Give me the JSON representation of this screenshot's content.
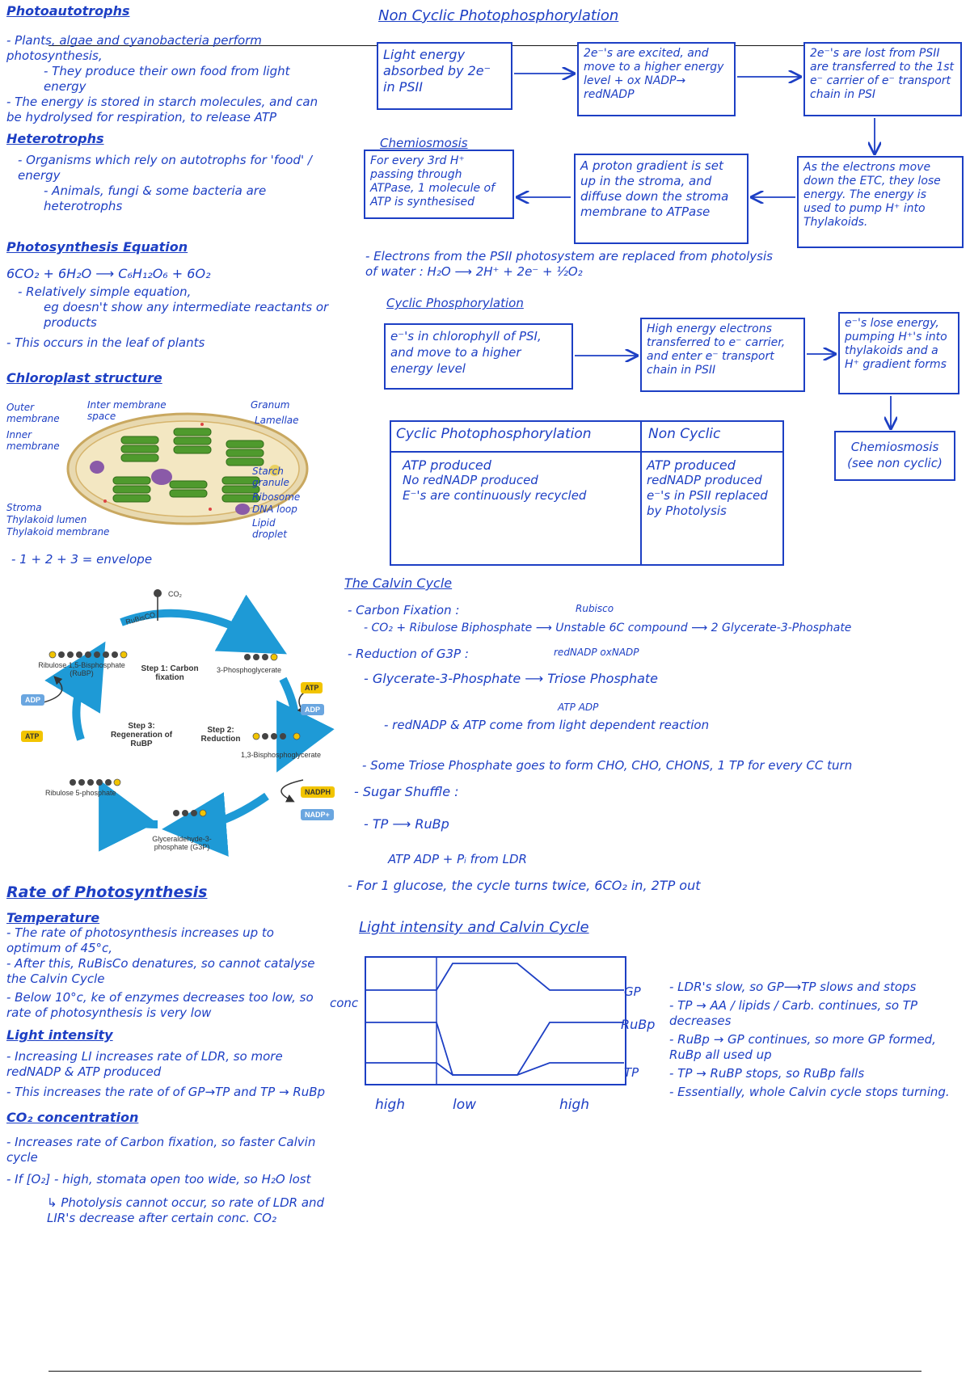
{
  "photoauto": {
    "title": "Photoautotrophs",
    "lines": [
      "- Plants, algae and cyanobacteria perform photosynthesis,",
      "- They produce their own food from light energy",
      "- The energy is stored in starch molecules, and can be hydrolysed for respiration, to release ATP"
    ]
  },
  "hetero": {
    "title": "Heterotrophs",
    "lines": [
      "- Organisms which rely on autotrophs for 'food' / energy",
      "- Animals, fungi & some bacteria are heterotrophs"
    ]
  },
  "equation": {
    "title": "Photosynthesis Equation",
    "formula": "6CO₂ + 6H₂O ⟶ C₆H₁₂O₆ + 6O₂",
    "lines": [
      "- Relatively simple equation,",
      "eg doesn't show any intermediate reactants or products",
      "- This occurs in the leaf of plants"
    ]
  },
  "chloroplast": {
    "title": "Chloroplast structure",
    "labels_left": [
      "Outer membrane",
      "Inter membrane space",
      "Inner membrane",
      "Stroma",
      "Thylakoid lumen",
      "Thylakoid membrane"
    ],
    "labels_right": [
      "Granum",
      "Lamellae",
      "Starch granule",
      "Ribosome",
      "DNA loop",
      "Lipid droplet"
    ],
    "footer": "- 1 + 2 + 3 = envelope"
  },
  "calvin_diagram": {
    "co2": "CO₂",
    "rubisco": "RuBisCO",
    "rubp": "Ribulose 1,5-Bisphosphate (RuBP)",
    "step1": "Step 1: Carbon fixation",
    "pga": "3-Phosphoglycerate",
    "step2": "Step 2: Reduction",
    "bpg": "1,3-Bisphosphoglycerate",
    "step3": "Step 3: Regeneration of RuBP",
    "r5p": "Ribulose 5-phosphate",
    "g3p": "Glyceraldehyde-3-phosphate (G3P)",
    "atp": "ATP",
    "adp": "ADP",
    "nadph": "NADPH",
    "nadp": "NADP+"
  },
  "rate": {
    "title": "Rate of Photosynthesis",
    "temp_title": "Temperature",
    "temp_lines": [
      "- The rate of photosynthesis increases up to optimum of 45°c,",
      "- After this, RuBisCo denatures, so cannot catalyse the Calvin Cycle",
      "- Below 10°c, ke of enzymes decreases too low, so rate of photosynthesis is very low"
    ],
    "light_title": "Light intensity",
    "light_lines": [
      "- Increasing LI increases rate of LDR, so more redNADP & ATP produced",
      "- This increases the rate of of GP→TP and TP → RuBp"
    ],
    "co2_title": "CO₂ concentration",
    "co2_lines": [
      "- Increases rate of Carbon fixation, so faster Calvin cycle",
      "- If [O₂] - high, stomata open too wide, so H₂O lost",
      "↳ Photolysis cannot occur, so rate of LDR and LIR's decrease after certain conc. CO₂"
    ]
  },
  "noncyclic": {
    "title": "Non Cyclic Photophosphorylation",
    "box1": "Light energy absorbed by 2e⁻ in PSII",
    "box2": "2e⁻'s are excited, and move to a higher energy level + ox NADP→ redNADP",
    "box3": "2e⁻'s are lost from PSII are transferred to the 1st e⁻ carrier of e⁻ transport chain in PSI",
    "chemi_title": "Chemiosmosis",
    "box4": "For every 3rd H⁺ passing through ATPase, 1 molecule of ATP is synthesised",
    "box5": "A proton gradient is set up in the stroma, and diffuse down the stroma membrane to ATPase",
    "box6": "As the electrons move down the ETC, they lose energy. The energy is used to pump H⁺ into Thylakoids.",
    "note": "- Electrons from the PSII photosystem are replaced from photolysis of water : H₂O ⟶ 2H⁺ + 2e⁻ + ½O₂"
  },
  "cyclic": {
    "title": "Cyclic Phosphorylation",
    "box1": "e⁻'s in chlorophyll of PSI, and move to a higher energy level",
    "box2": "High energy electrons transferred to e⁻ carrier, and enter e⁻ transport chain in PSII",
    "box3": "e⁻'s lose energy, pumping H⁺'s into thylakoids and a H⁺ gradient forms",
    "box4": "Chemiosmosis (see non cyclic)"
  },
  "compare": {
    "col1_head": "Cyclic Photophosphorylation",
    "col2_head": "Non Cyclic",
    "col1": [
      "ATP produced",
      "No redNADP produced",
      "E⁻'s are continuously recycled"
    ],
    "col2": [
      "ATP produced",
      "redNADP produced",
      "e⁻'s in PSII replaced by Photolysis"
    ]
  },
  "calvin": {
    "title": "The Calvin Cycle",
    "fix_title": "- Carbon Fixation :",
    "rubisco": "Rubisco",
    "fix_line": "- CO₂ + Ribulose Biphosphate ⟶ Unstable 6C compound ⟶ 2 Glycerate-3-Phosphate",
    "red_title": "- Reduction of G3P :",
    "red_cofactor": "redNADP  oxNADP",
    "red_line": "- Glycerate-3-Phosphate ⟶ Triose Phosphate",
    "red_atp": "ATP   ADP",
    "red_note": "- redNADP & ATP come from light dependent reaction",
    "tp_line": "- Some Triose Phosphate goes to form CHO, CHO, CHONS, 1 TP for every CC turn",
    "shuffle_title": "- Sugar Shuffle :",
    "shuffle_line": "- TP ⟶ RuBp",
    "shuffle_atp": "ATP   ADP + Pᵢ from LDR",
    "glucose_line": "- For 1 glucose, the cycle turns twice, 6CO₂ in, 2TP out"
  },
  "lightgraph": {
    "title": "Light intensity and Calvin Cycle",
    "ylabel": "conc",
    "lines": [
      "GP",
      "RuBp",
      "TP"
    ],
    "xlabels": [
      "high",
      "low",
      "high"
    ],
    "notes": [
      "- LDR's slow, so GP⟶TP slows and stops",
      "- TP → AA / lipids / Carb. continues, so TP decreases",
      "- RuBp → GP continues, so more GP formed, RuBp all used up",
      "- TP → RuBP stops, so RuBp falls",
      "- Essentially, whole Calvin cycle stops turning."
    ]
  }
}
